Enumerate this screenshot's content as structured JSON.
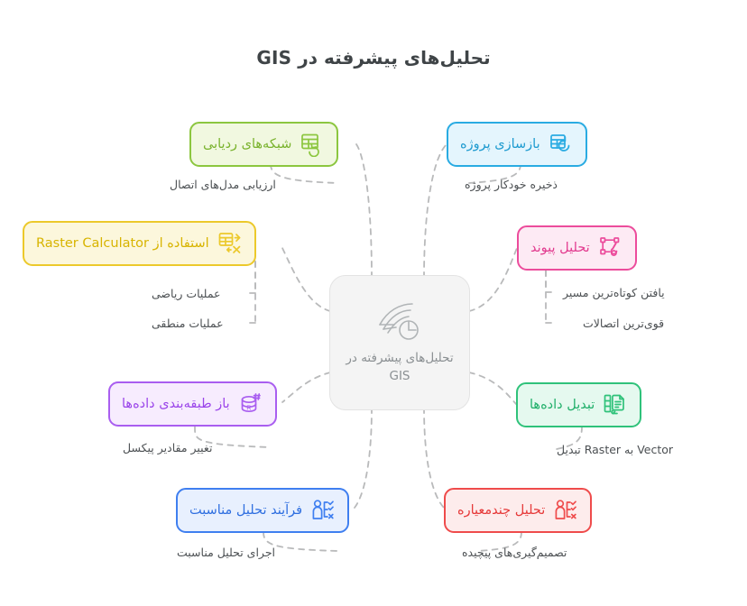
{
  "title": "تحلیل‌های پیشرفته در GIS",
  "center": {
    "label": "تحلیل‌های پیشرفته در\nGIS",
    "icon": "analytics-swoosh-clock-icon",
    "background": "#f4f4f4",
    "border": "#e3e3e3",
    "text_color": "#8a8f92"
  },
  "connector_color": "#b9babb",
  "branches": [
    {
      "id": "tracing-networks",
      "label": "شبکه‌های ردیابی",
      "icon": "table-refresh-icon",
      "color": "#8cc63f",
      "fill": "#f1f8e0",
      "sublabels": [
        "ارزیابی مدل‌های اتصال"
      ]
    },
    {
      "id": "project-rebuild",
      "label": "بازسازی پروژه",
      "icon": "table-restore-icon",
      "color": "#29abe2",
      "fill": "#e4f5fd",
      "sublabels": [
        "ذخیره خودکار پروژه"
      ]
    },
    {
      "id": "raster-calculator",
      "label": "استفاده از Raster Calculator",
      "icon": "table-calculator-icon",
      "color": "#ecc92b",
      "fill": "#fcf7dc",
      "sublabels": [
        "عملیات ریاضی",
        "عملیات منطقی"
      ]
    },
    {
      "id": "link-analysis",
      "label": "تحلیل پیوند",
      "icon": "network-link-icon",
      "color": "#ec4c9c",
      "fill": "#fdeaf4",
      "sublabels": [
        "یافتن کوتاه‌ترین مسیر",
        "قوی‌ترین اتصالات"
      ]
    },
    {
      "id": "reclassify-data",
      "label": "باز طبقه‌بندی داده‌ها",
      "icon": "database-reclass-icon",
      "color": "#a95ef0",
      "fill": "#f7ecfe",
      "sublabels": [
        "تغییر مقادیر پیکسل"
      ]
    },
    {
      "id": "convert-data",
      "label": "تبدیل داده‌ها",
      "icon": "document-convert-icon",
      "color": "#2fc27a",
      "fill": "#e5f9ef",
      "sublabels": [
        "تبدیل Raster به Vector"
      ]
    },
    {
      "id": "suitability-analysis",
      "label": "فرآیند تحلیل مناسبت",
      "icon": "person-checklist-icon",
      "color": "#3f7ff0",
      "fill": "#e8f0fe",
      "sublabels": [
        "اجرای تحلیل مناسبت"
      ]
    },
    {
      "id": "multicriteria-analysis",
      "label": "تحلیل چندمعیاره",
      "icon": "person-checklist-icon",
      "color": "#ef4b4b",
      "fill": "#fdecec",
      "sublabels": [
        "تصمیم‌گیری‌های پیچیده"
      ]
    }
  ]
}
